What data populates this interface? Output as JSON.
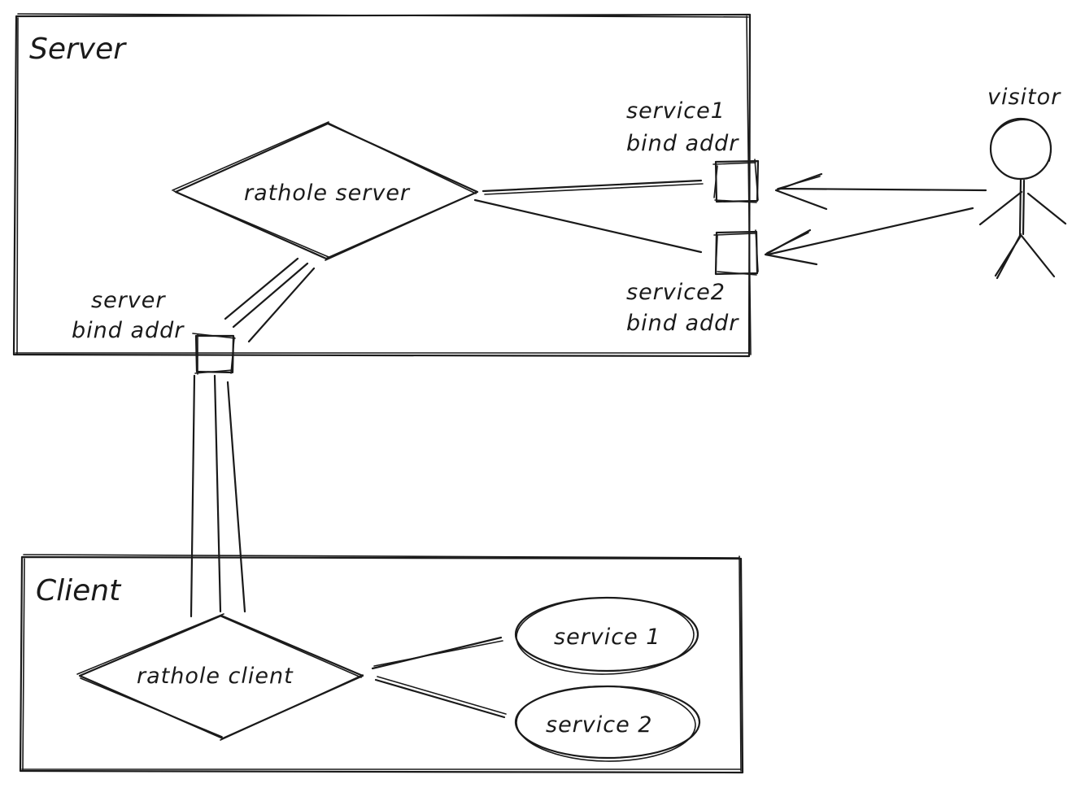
{
  "server_box": {
    "title": "Server"
  },
  "client_box": {
    "title": "Client"
  },
  "nodes": {
    "rathole_server": "rathole server",
    "rathole_client": "rathole client",
    "service_1": "service 1",
    "service_2": "service 2",
    "visitor": "visitor"
  },
  "ports": {
    "server_bind": [
      "server",
      "bind addr"
    ],
    "service1_bind": [
      "service1",
      "bind addr"
    ],
    "service2_bind": [
      "service2",
      "bind addr"
    ]
  }
}
